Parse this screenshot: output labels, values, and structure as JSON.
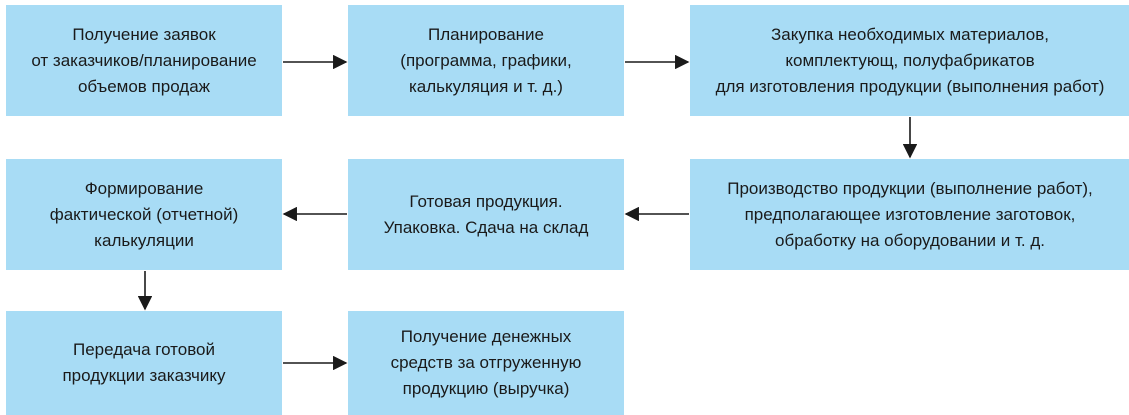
{
  "colors": {
    "box_fill": "#a8dcf5",
    "arrow": "#1a1a1a",
    "text": "#1a1a1a"
  },
  "steps": {
    "orders": "Получение заявок\nот заказчиков/планирование\nобъемов продаж",
    "planning": "Планирование\n(программа, графики,\nкалькуляция и т. д.)",
    "purchase": "Закупка необходимых материалов,\nкомплектующ, полуфабрикатов\nдля изготовления продукции (выполнения работ)",
    "production": "Производство продукции (выполнение работ),\nпредполагающее изготовление заготовок,\nобработку на оборудовании и т. д.",
    "finished": "Готовая продукция.\nУпаковка. Сдача на склад",
    "costing": "Формирование\nфактической (отчетной)\nкалькуляции",
    "handover": "Передача готовой\nпродукции заказчику",
    "payment": "Получение денежных\nсредств за отгруженную\nпродукцию (выручка)"
  }
}
